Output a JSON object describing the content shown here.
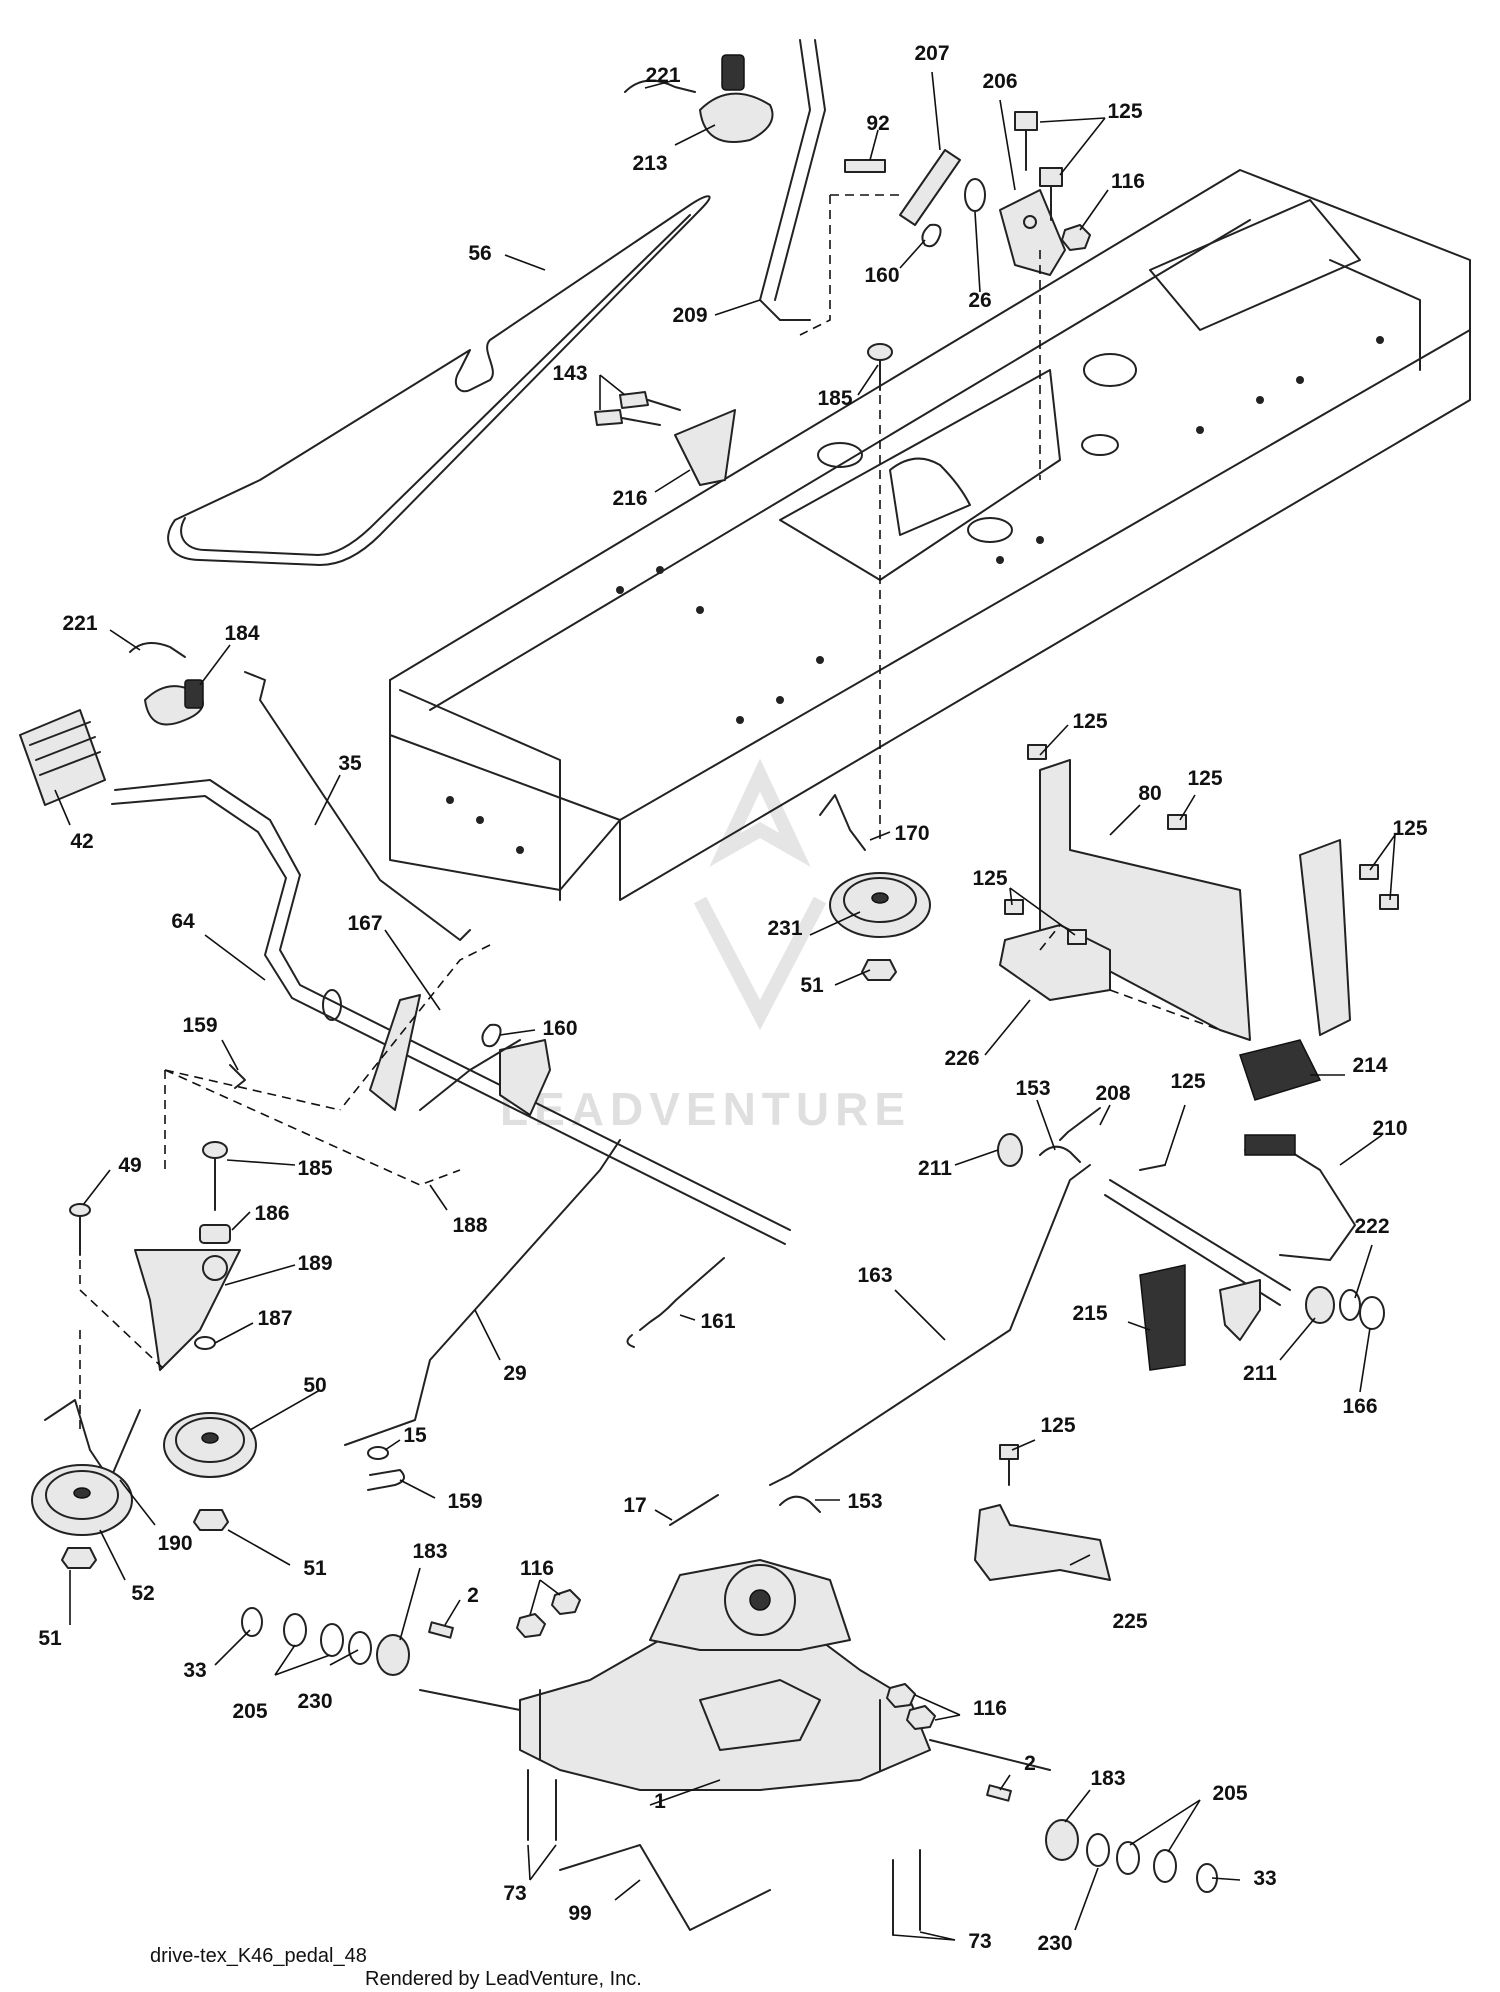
{
  "diagram_id": "drive-tex_K46_pedal_48",
  "rendered_by": "Rendered by LeadVenture, Inc.",
  "watermark": "LEADVENTURE",
  "callouts": [
    "221",
    "213",
    "207",
    "92",
    "206",
    "125",
    "125",
    "116",
    "56",
    "160",
    "26",
    "209",
    "185",
    "143",
    "216",
    "221",
    "184",
    "35",
    "42",
    "170",
    "125",
    "125",
    "80",
    "125",
    "64",
    "125",
    "231",
    "167",
    "51",
    "226",
    "160",
    "159",
    "214",
    "153",
    "208",
    "125",
    "210",
    "185",
    "211",
    "188",
    "49",
    "186",
    "189",
    "163",
    "222",
    "161",
    "187",
    "215",
    "50",
    "29",
    "211",
    "166",
    "15",
    "125",
    "190",
    "159",
    "17",
    "153",
    "51",
    "52",
    "183",
    "2",
    "116",
    "51",
    "225",
    "33",
    "230",
    "116",
    "205",
    "2",
    "183",
    "1",
    "205",
    "73",
    "33",
    "99",
    "73",
    "230"
  ]
}
